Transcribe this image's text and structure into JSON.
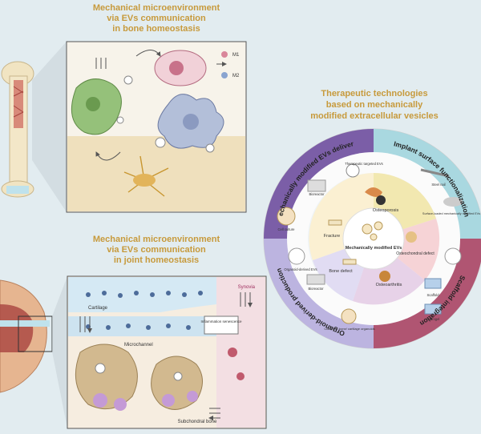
{
  "left": {
    "bone_title": [
      "Mechanical microenvironment",
      "via EVs communication",
      "in bone homeostasis"
    ],
    "joint_title": [
      "Mechanical microenvironment",
      "via EVs communication",
      "in joint homeostasis"
    ],
    "bone_labels": {
      "m1": "M1",
      "m2": "M2"
    },
    "joint_labels": {
      "synovia": "Synovia",
      "cartilage": "Cartilage",
      "inflammation": "Inflammation senescence",
      "microchannel": "Microchannel",
      "subchondral": "Subchondral bone"
    }
  },
  "right": {
    "title": [
      "Therapeutic technologies",
      "based on mechanically",
      "modified extracellular vesicles"
    ],
    "outer_labels": {
      "top_left": "Mechanically modified EVs delivery",
      "top_right": "Implant surface functionalization",
      "bottom_right": "Scaffold integration",
      "bottom_left": "Organoid-derived production"
    },
    "inner_labels": {
      "osteoporosis": "Osteoporosis",
      "osteochondral": "Osteochondral defect",
      "osteoarthritis": "Osteoarthritis",
      "bone_defect": "Bone defect",
      "fracture": "Fracture"
    },
    "center_label": "Mechanically modified EVs",
    "small_labels": {
      "therapeutic": "Therapeutic targeted EVs",
      "bioreactor1": "Bioreactor",
      "cell_culture": "Cell culture",
      "steel_nail": "Steel nail",
      "surface_loaded": "Surface-loaded mechanically modified EVs",
      "scaffold": "Scaffold",
      "hydrogel": "Hydrogel",
      "organoid_evs": "Organoid-derived EVs",
      "bioreactor2": "Bioreactor",
      "culture_organoids": "Culture of bone/ cartilage organoids"
    }
  },
  "colors": {
    "title_gold": "#c79a3c",
    "purple": "#7b5ea7",
    "teal": "#a9d8e0",
    "magenta": "#b05572",
    "lavender": "#bcb4e0"
  }
}
